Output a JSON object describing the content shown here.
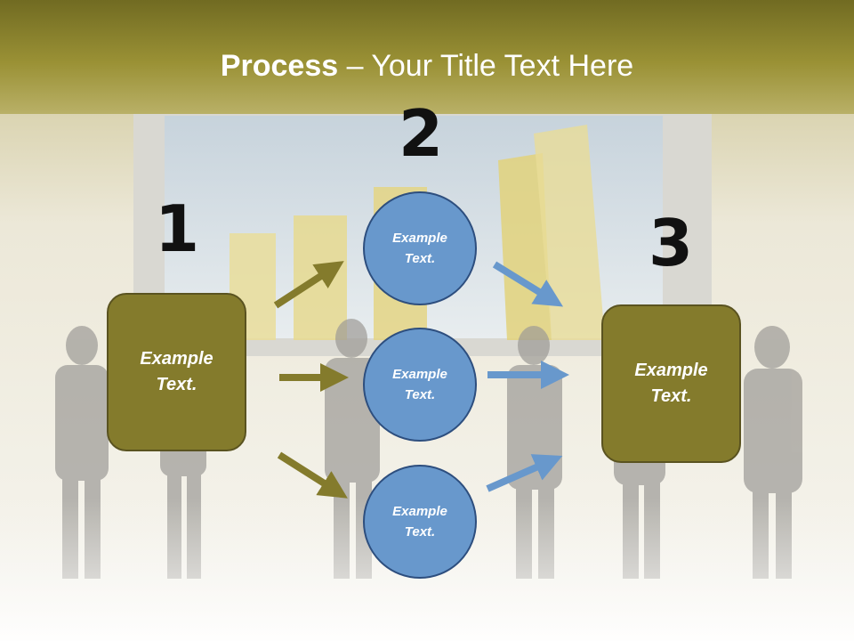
{
  "title": {
    "bold": "Process",
    "rest": " – Your Title Text Here"
  },
  "steps": {
    "one": "1",
    "two": "2",
    "three": "3"
  },
  "left_box": {
    "text": "Example Text."
  },
  "right_box": {
    "text": "Example Text."
  },
  "circles": [
    {
      "text": "Example Text."
    },
    {
      "text": "Example Text."
    },
    {
      "text": "Example Text."
    }
  ],
  "colors": {
    "olive": "#847b2c",
    "blue": "#6898cc",
    "header": "#8e852e"
  }
}
